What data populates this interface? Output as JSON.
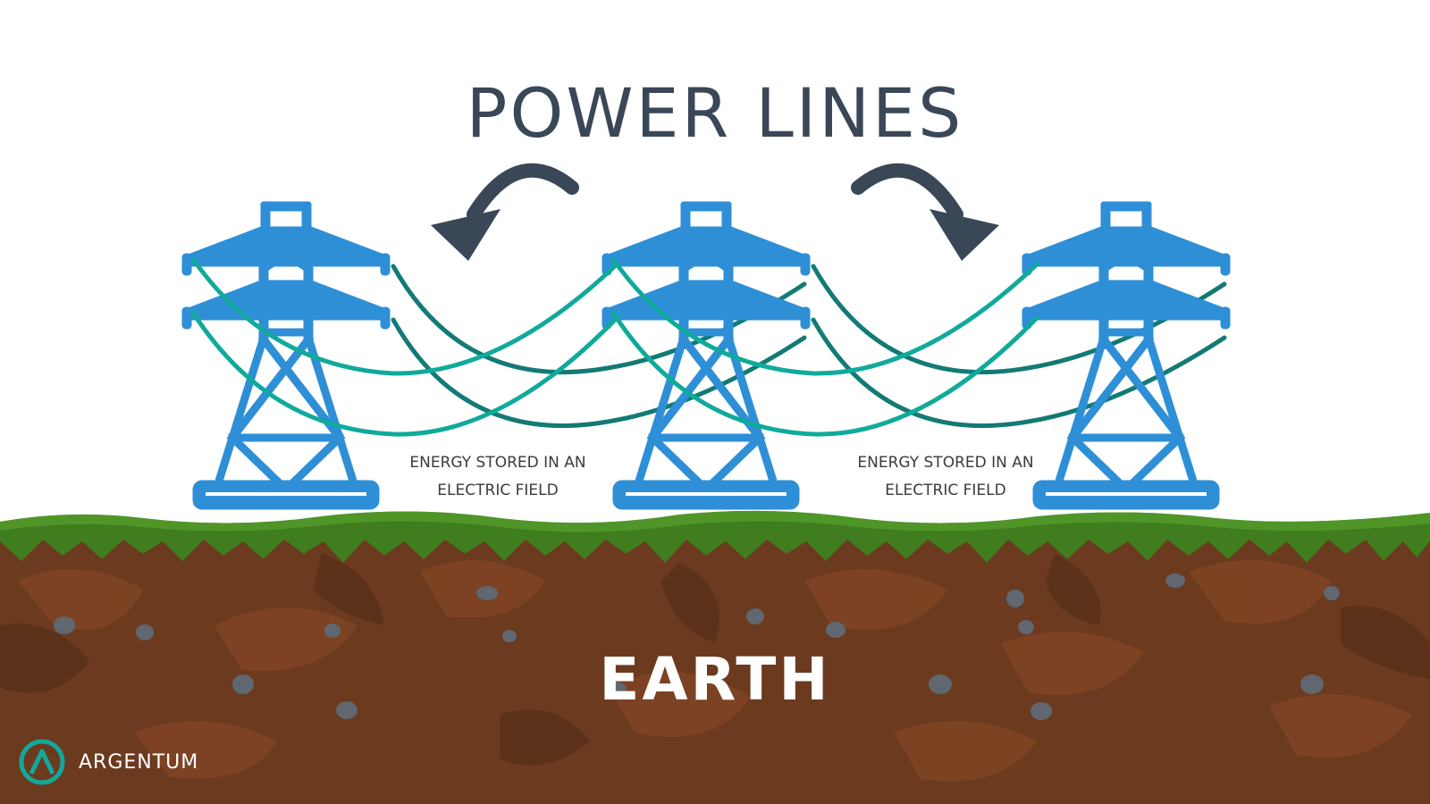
{
  "title": "POWER LINES",
  "ground_label": "EARTH",
  "annotations": [
    {
      "line1": "ENERGY STORED IN AN",
      "line2": "ELECTRIC FIELD"
    },
    {
      "line1": "ENERGY STORED IN AN",
      "line2": "ELECTRIC FIELD"
    }
  ],
  "brand": {
    "name": "ARGENTUM"
  },
  "colors": {
    "tower": "#2e8fd6",
    "wire_light": "#10aa9b",
    "wire_dark": "#137a75",
    "arrow": "#3a4757",
    "grass": "#3f7d1f",
    "soil": "#6b3a1f",
    "brand_teal": "#12a89a"
  }
}
